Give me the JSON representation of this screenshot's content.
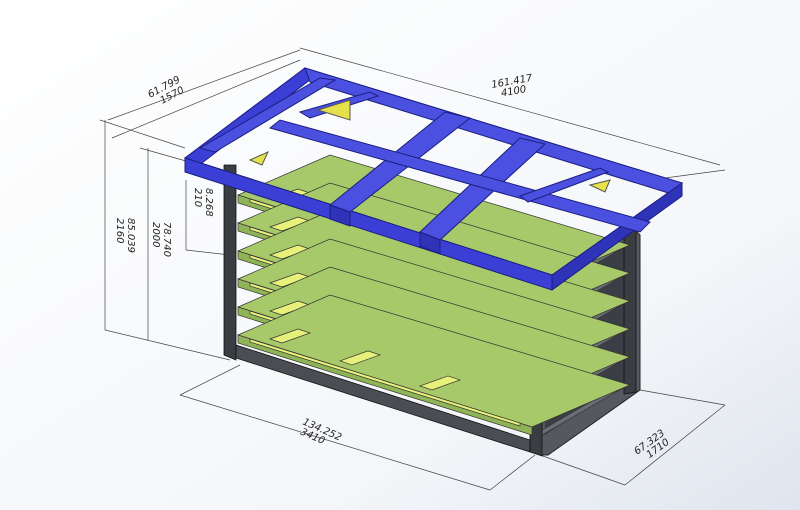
{
  "drawing": {
    "colors": {
      "frame_top": "#3b3fd6",
      "shelf": "#a8c96a",
      "pallet_block": "#e6f07a",
      "steel": "#3a3d42",
      "background": "#ffffff"
    },
    "dimensions": {
      "depth_top": {
        "inch": "61.799",
        "mm": "1570"
      },
      "length_top": {
        "inch": "161.417",
        "mm": "4100"
      },
      "height_total": {
        "inch": "85.039",
        "mm": "2160"
      },
      "height_frame": {
        "inch": "78.740",
        "mm": "2000"
      },
      "top_offset": {
        "inch": "8.268",
        "mm": "210"
      },
      "length_bottom": {
        "inch": "134.252",
        "mm": "3410"
      },
      "depth_bottom": {
        "inch": "67.323",
        "mm": "1710"
      }
    }
  }
}
